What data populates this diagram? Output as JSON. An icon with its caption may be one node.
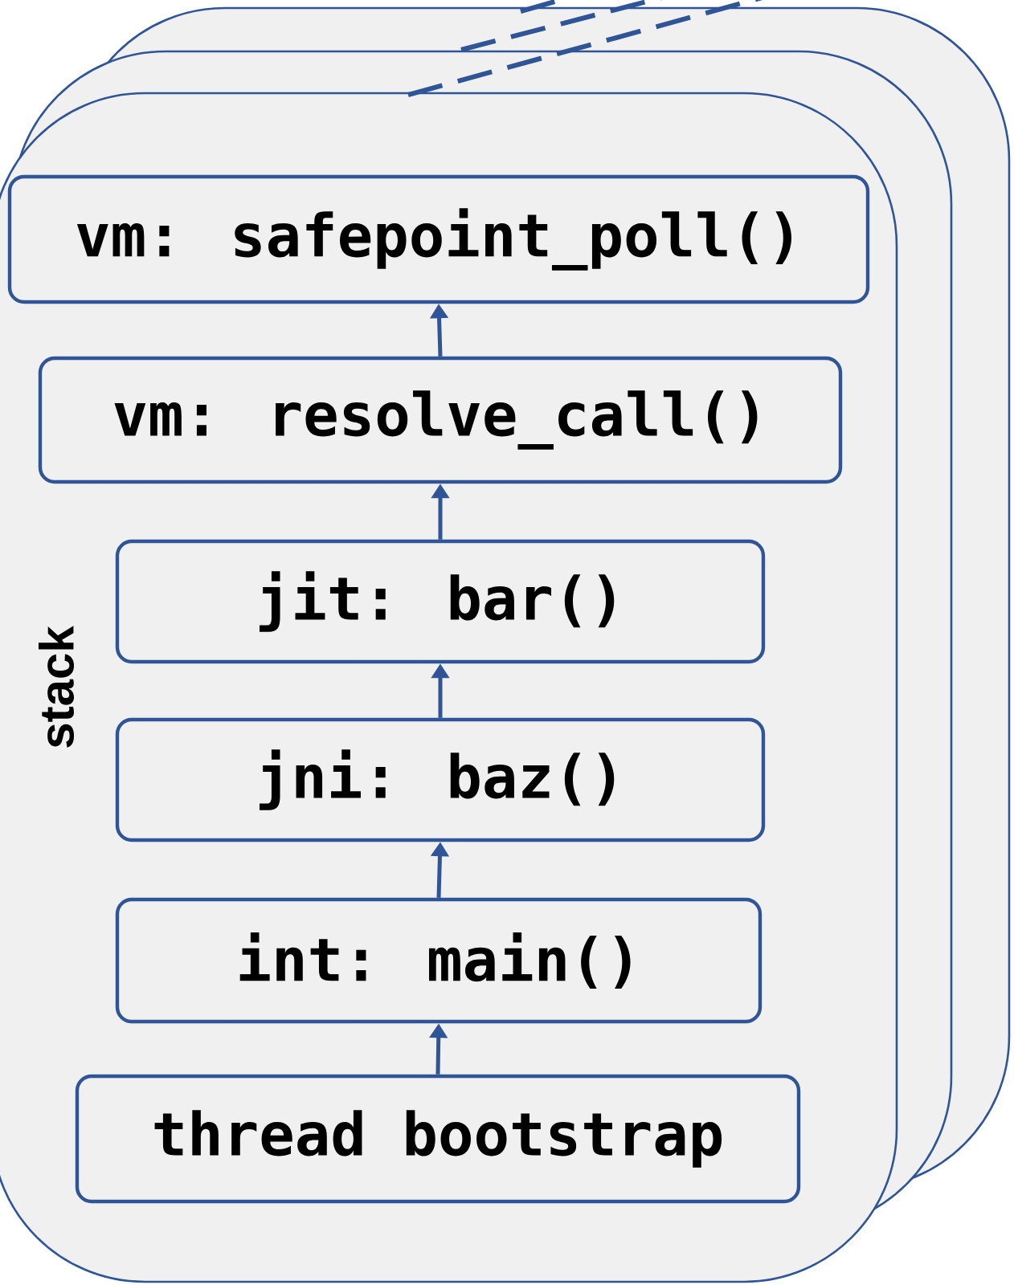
{
  "diagram": {
    "nodes": [
      {
        "text": [
          "stack"
        ]
      },
      {
        "text": [
          "vm: safepoint_poll()"
        ],
        "in": 0
      },
      {
        "text": [
          "vm: resolve_call()"
        ],
        "in": 0
      },
      {
        "text": [
          "jit: bar()"
        ],
        "in": 0
      },
      {
        "text": [
          "jni: baz()"
        ],
        "in": 0
      },
      {
        "text": [
          "int: main()"
        ],
        "in": 0
      },
      {
        "text": [
          "thread bootstrap"
        ],
        "in": 0
      }
    ],
    "edges": [
      {
        "from": 2,
        "to": 1,
        "arrow": "to"
      },
      {
        "from": 3,
        "to": 2,
        "arrow": "to"
      },
      {
        "from": 4,
        "to": 3,
        "arrow": "to"
      },
      {
        "from": 5,
        "to": 4,
        "arrow": "to"
      },
      {
        "from": 6,
        "to": 5,
        "arrow": "to"
      }
    ]
  }
}
